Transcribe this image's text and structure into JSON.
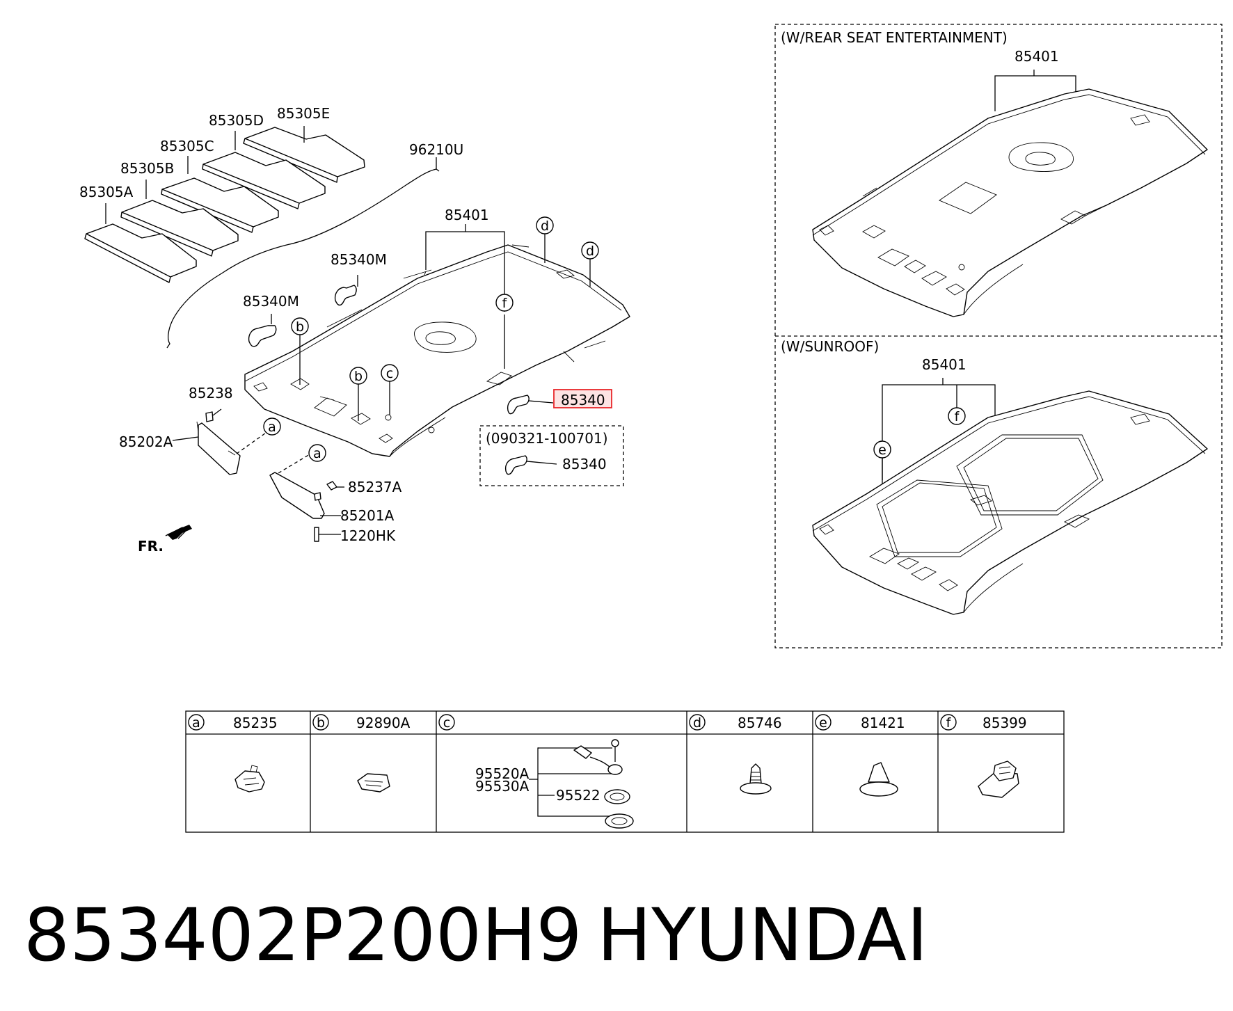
{
  "labels": {
    "p85305E": "85305E",
    "p85305D": "85305D",
    "p85305C": "85305C",
    "p85305B": "85305B",
    "p85305A": "85305A",
    "p96210U": "96210U",
    "p85401": "85401",
    "p85340M_1": "85340M",
    "p85340M_2": "85340M",
    "p85238": "85238",
    "p85202A": "85202A",
    "p85237A": "85237A",
    "p85201A": "85201A",
    "p1220HK": "1220HK",
    "p85340_highlight": "85340",
    "date_range": "(090321-100701)",
    "p85340_alt": "85340",
    "fr": "FR."
  },
  "callouts": {
    "a": "a",
    "b": "b",
    "c": "c",
    "d": "d",
    "e": "e",
    "f": "f"
  },
  "inset_rse": {
    "title": "(W/REAR SEAT ENTERTAINMENT)",
    "part": "85401"
  },
  "inset_sunroof": {
    "title": "(W/SUNROOF)",
    "part": "85401"
  },
  "legend": [
    {
      "key": "a",
      "part": "85235"
    },
    {
      "key": "b",
      "part": "92890A"
    },
    {
      "key": "c",
      "part": ""
    },
    {
      "key": "d",
      "part": "85746"
    },
    {
      "key": "e",
      "part": "81421"
    },
    {
      "key": "f",
      "part": "85399"
    }
  ],
  "legend_c_parts": {
    "p1": "95520A",
    "p2": "95530A",
    "p3": "95522"
  },
  "footer": {
    "part_number": "853402P200H9",
    "brand": "HYUNDAI"
  },
  "colors": {
    "highlight": "#e8262a",
    "highlight_fill": "#fde3e3",
    "line": "#000000"
  }
}
